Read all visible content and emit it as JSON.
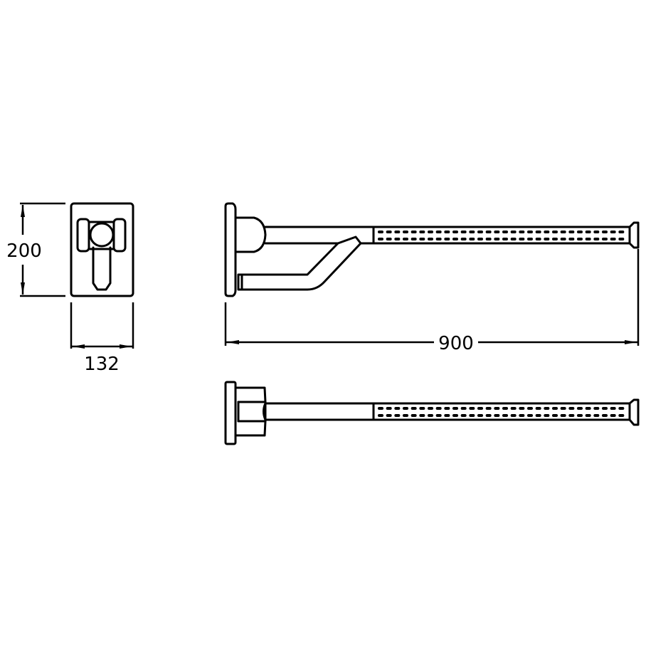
{
  "drawing": {
    "dimensions": {
      "height_label": "200",
      "width_label": "132",
      "length_label": "900"
    },
    "colors": {
      "line": "#000000",
      "background": "#ffffff"
    },
    "grip_dot_columns": 30
  }
}
